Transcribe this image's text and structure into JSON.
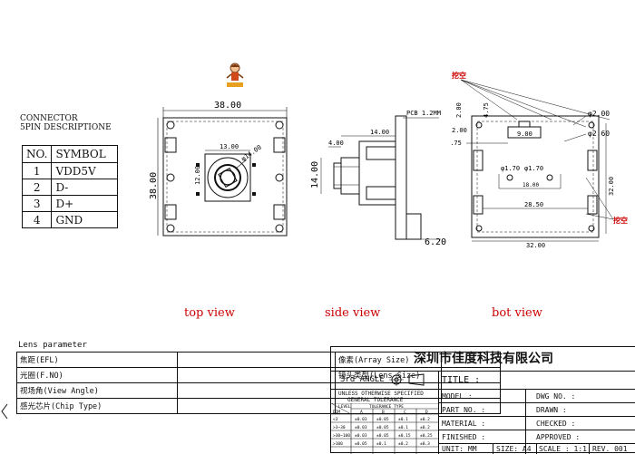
{
  "connector": {
    "title_line1": "CONNECTOR",
    "title_line2": "5PIN DESCRIPTIONE",
    "header": {
      "no": "NO.",
      "symbol": "SYMBOL"
    },
    "pins": [
      {
        "no": "1",
        "symbol": "VDD5V"
      },
      {
        "no": "2",
        "symbol": "D-"
      },
      {
        "no": "3",
        "symbol": "D+"
      },
      {
        "no": "4",
        "symbol": "GND"
      }
    ]
  },
  "top_view": {
    "label": "top view",
    "dim_width": "38.00",
    "dim_height": "38.00",
    "dim_holder": "13.00",
    "dim_holder_h": "12.00",
    "dim_lens": "φ14.00"
  },
  "side_view": {
    "label": "side view",
    "dim_pcb": "PCB 1.2MM",
    "dim_total": "14.00",
    "dim_lens_len": "4.00",
    "dim_height": "14.00",
    "dim_bottom": "6.20"
  },
  "bot_view": {
    "label": "bot view",
    "red_note_top": "挖空",
    "red_note_bottom": "挖空",
    "dim_hole_large": "φ2.00",
    "dim_hole_small": "φ2.60",
    "dim_2_00": "2.00",
    "dim_4_75a": "4.75",
    "dim_2_00b": "2.00",
    "dim_4_75b": "4.75",
    "dim_9_00": "9.00",
    "dim_1_70a": "φ1.70",
    "dim_1_70b": "φ1.70",
    "dim_18_00": "18.00",
    "dim_28_50": "28.50",
    "dim_32_00": "32.00",
    "dim_32_00v": "32.00"
  },
  "lens_parameter": {
    "title": "Lens parameter",
    "rows": [
      [
        "焦距(EFL)",
        "",
        "像素(Array Size)",
        ""
      ],
      [
        "光圈(F.NO)",
        "",
        "镜头类型(Lens Size)",
        ""
      ],
      [
        "视场角(View Angle)",
        "",
        "",
        ""
      ],
      [
        "感光芯片(Chip Type)",
        "",
        "",
        ""
      ]
    ]
  },
  "title_block": {
    "company": "深圳市佳度科技有限公司",
    "projection": "3rd ANGLE",
    "tol_line1": "UNLESS OTHERWISE SPECIFIED",
    "tol_line2": "GENERAL TOLERANCE",
    "tol_header": "TOLERANCE TYPE",
    "tol_level": "LEVEL",
    "tol_dim": "DIM",
    "tol_cols": [
      "A",
      "B",
      "C",
      "D"
    ],
    "tol_rows": [
      [
        "<3",
        "±0.03",
        "±0.05",
        "±0.1",
        "±0.2"
      ],
      [
        ">3~30",
        "±0.03",
        "±0.05",
        "±0.1",
        "±0.2"
      ],
      [
        ">30~100",
        "±0.03",
        "±0.05",
        "±0.15",
        "±0.25"
      ],
      [
        ">100",
        "±0.05",
        "±0.1",
        "±0.2",
        "±0.3"
      ]
    ],
    "title_label": "TITLE :",
    "model_label": "MODEL :",
    "part_label": "PART NO. :",
    "material_label": "MATERIAL :",
    "finished_label": "FINISHED :",
    "dwg_label": "DWG NO. :",
    "drawn_label": "DRAWN :",
    "checked_label": "CHECKED :",
    "approved_label": "APPROVED :",
    "unit_label": "UNIT: MM",
    "size_label": "SIZE: A4",
    "scale_label": "SCALE : 1:1",
    "rev_label": "REV. 001"
  }
}
